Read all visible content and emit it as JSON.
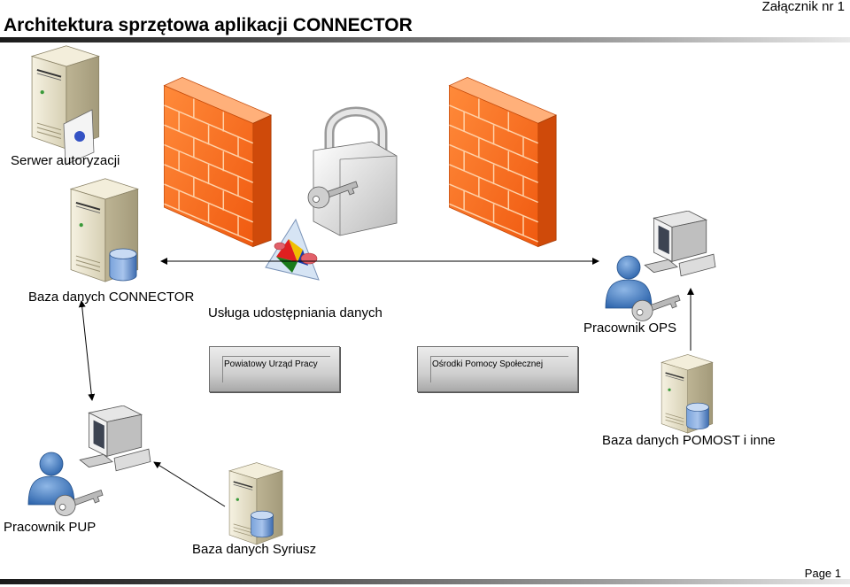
{
  "header": {
    "title": "Architektura sprzętowa aplikacji CONNECTOR",
    "annex": "Załącznik nr 1"
  },
  "footer": {
    "page": "Page 1"
  },
  "labels": {
    "auth_server": "Serwer autoryzacji",
    "connector_db": "Baza danych CONNECTOR",
    "sharing_service": "Usługa udostępniania danych",
    "ops_worker": "Pracownik OPS",
    "pomost_db": "Baza danych POMOST i inne",
    "pup_worker": "Pracownik PUP",
    "syriusz_db": "Baza danych Syriusz"
  },
  "boxes": {
    "pup": "Powiatowy Urząd Pracy",
    "ops": "Ośrodki Pomocy Społecznej"
  },
  "colors": {
    "firewall": "#f26a1b",
    "server": "#e8e2cc",
    "database": "#5b86c4",
    "person": "#4f86c6"
  },
  "icons": [
    "server-icon",
    "auth-card-icon",
    "firewall-icon",
    "padlock-icon",
    "key-icon",
    "service-prism-icon",
    "workstation-icon",
    "user-icon",
    "database-icon"
  ]
}
